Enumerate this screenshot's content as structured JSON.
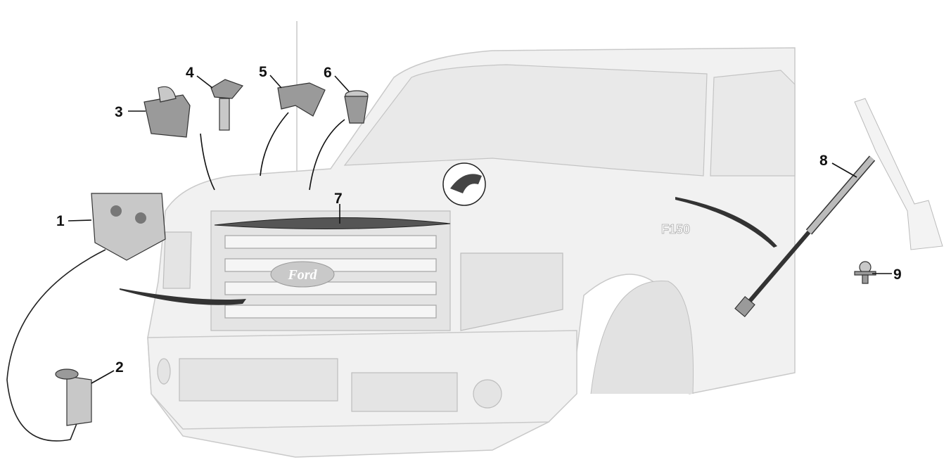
{
  "diagram": {
    "callouts": [
      {
        "id": "1",
        "label": "1"
      },
      {
        "id": "2",
        "label": "2"
      },
      {
        "id": "3",
        "label": "3"
      },
      {
        "id": "4",
        "label": "4"
      },
      {
        "id": "5",
        "label": "5"
      },
      {
        "id": "6",
        "label": "6"
      },
      {
        "id": "7",
        "label": "7"
      },
      {
        "id": "8",
        "label": "8"
      },
      {
        "id": "9",
        "label": "9"
      }
    ],
    "grille_logo": "Ford",
    "fender_badge": "F150"
  }
}
